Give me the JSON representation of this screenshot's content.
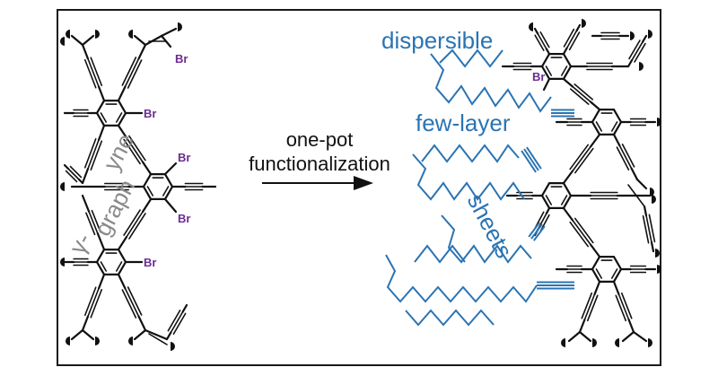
{
  "colors": {
    "bromine": "#6b2c91",
    "alkyl_chain": "#2a74b3",
    "graphyne_label": "#8a8a8a",
    "bond": "#111111"
  },
  "left_panel": {
    "graphyne_label_parts": [
      "γ-",
      "graph",
      "yne"
    ],
    "bromine_label": "Br"
  },
  "arrow": {
    "line1": "one-pot",
    "line2": "functionalization"
  },
  "right_panel": {
    "labels": [
      "dispersible",
      "few-layer",
      "sheets"
    ],
    "bromine_label": "Br"
  }
}
